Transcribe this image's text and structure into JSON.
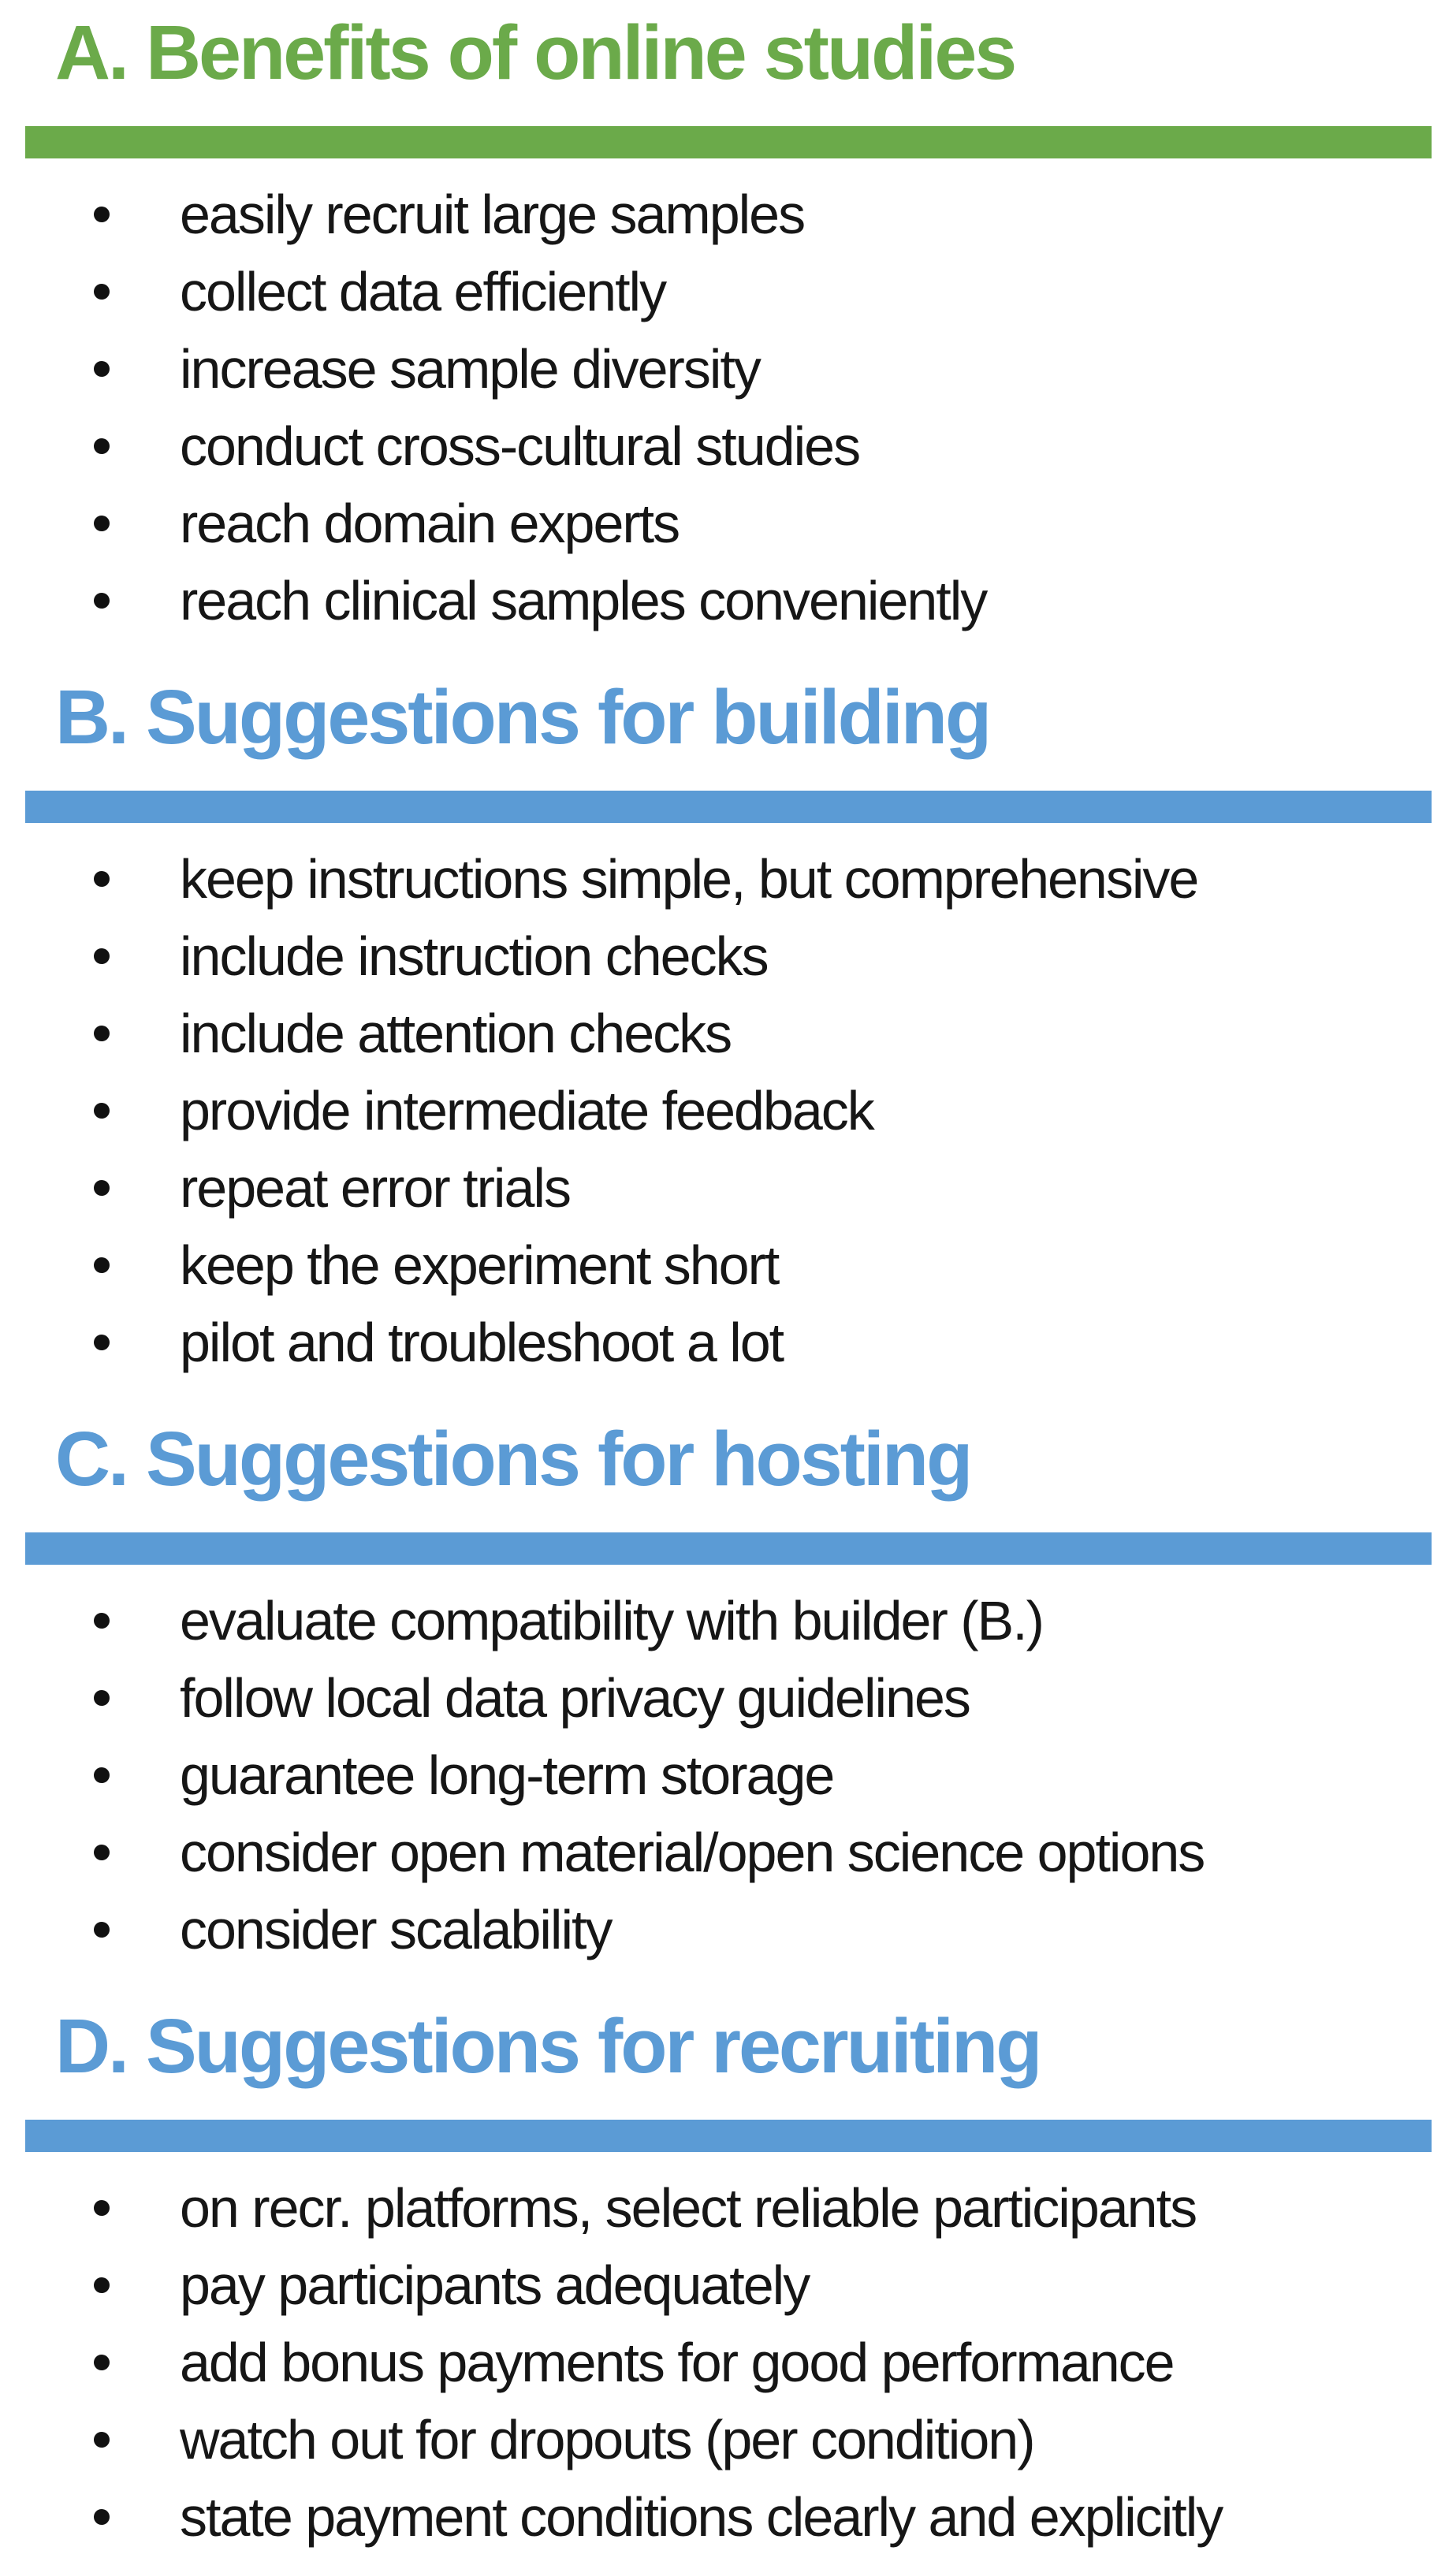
{
  "page": {
    "background_color": "#FFFFFF",
    "text_color": "#161616",
    "green_accent": "#6BAA4A",
    "blue_accent": "#5B9BD5"
  },
  "sections": [
    {
      "id": "A",
      "title": "A. Benefits of online studies",
      "accent_color": "#6BAA4A",
      "items": [
        "easily recruit large samples",
        "collect data efficiently",
        "increase sample diversity",
        "conduct cross-cultural studies",
        "reach domain experts",
        "reach clinical samples conveniently"
      ]
    },
    {
      "id": "B",
      "title": "B. Suggestions for building",
      "accent_color": "#5B9BD5",
      "items": [
        "keep instructions simple, but comprehensive",
        "include instruction checks",
        "include attention checks",
        "provide intermediate feedback",
        "repeat error trials",
        "keep the experiment short",
        "pilot and troubleshoot a lot"
      ]
    },
    {
      "id": "C",
      "title": "C. Suggestions for hosting",
      "accent_color": "#5B9BD5",
      "items": [
        "evaluate compatibility with builder (B.)",
        "follow local data privacy guidelines",
        "guarantee long-term storage",
        "consider open material/open science options",
        "consider scalability"
      ]
    },
    {
      "id": "D",
      "title": "D. Suggestions for recruiting",
      "accent_color": "#5B9BD5",
      "items": [
        "on recr. platforms, select reliable participants",
        "pay participants adequately",
        "add bonus payments for good performance",
        "watch out for dropouts (per condition)",
        "state payment conditions clearly and explicitly"
      ]
    }
  ]
}
